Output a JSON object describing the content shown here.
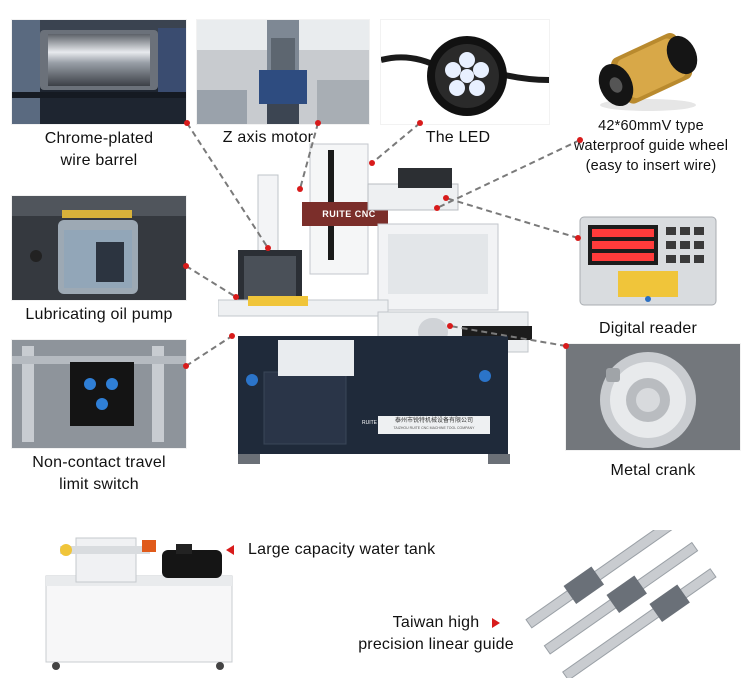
{
  "labels": {
    "wire_barrel": [
      "Chrome-plated",
      "wire barrel"
    ],
    "z_axis_motor": "Z axis motor",
    "led": "The  LED",
    "guide_wheel": [
      "42*60mmV type",
      "waterproof guide wheel",
      "(easy to insert wire)"
    ],
    "oil_pump": "Lubricating oil pump",
    "digital_reader": "Digital reader",
    "limit_switch": [
      "Non-contact travel",
      "limit switch"
    ],
    "metal_crank": "Metal crank",
    "water_tank": "Large capacity water tank",
    "linear_guide": [
      "Taiwan high",
      "precision linear guide"
    ]
  },
  "machine": {
    "brand_badge": "RUITE CNC",
    "company_plate": "泰州市锐特机械设备有限公司",
    "company_plate_en": "TAIZHOU RUITE CNC MACHINE TOOL COMPANY",
    "plate_brand": "RUITE"
  },
  "colors": {
    "accent_red": "#d81b1b",
    "machine_dark": "#1f2a3a",
    "machine_white": "#eceff2",
    "leader_gray": "#777777",
    "bronze": "#b98a2e"
  }
}
